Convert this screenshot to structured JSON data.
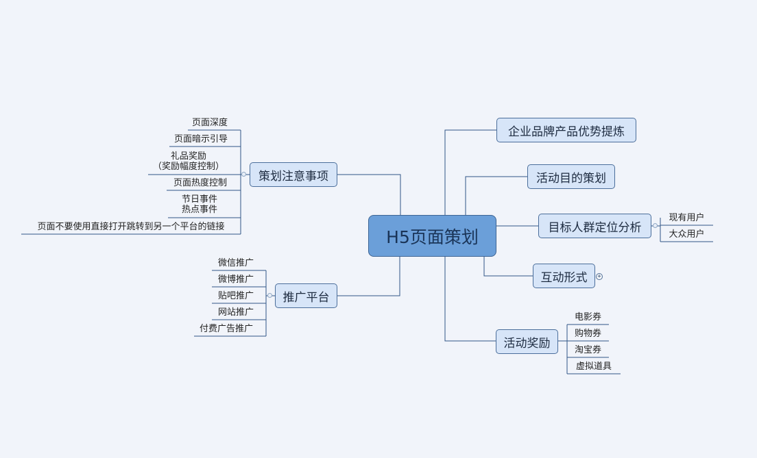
{
  "root": {
    "label": "H5页面策划"
  },
  "branches": {
    "brand": {
      "label": "企业品牌产品优势提炼"
    },
    "goal": {
      "label": "活动目的策划"
    },
    "target": {
      "label": "目标人群定位分析",
      "children": [
        "现有用户",
        "大众用户"
      ]
    },
    "interact": {
      "label": "互动形式",
      "expand_icon": "+"
    },
    "reward": {
      "label": "活动奖励",
      "children": [
        "电影券",
        "购物券",
        "淘宝券",
        "虚拟道具"
      ]
    },
    "notes": {
      "label": "策划注意事项",
      "children": [
        "页面深度",
        "页面暗示引导",
        "礼品奖励\n（奖励幅度控制）",
        "页面热度控制",
        "节日事件\n热点事件",
        "页面不要使用直接打开跳转到另一个平台的链接"
      ]
    },
    "promo": {
      "label": "推广平台",
      "children": [
        "微信推广",
        "微博推广",
        "贴吧推广",
        "网站推广",
        "付费广告推广"
      ]
    }
  },
  "colors": {
    "background": "#f1f4fa",
    "line": "#2f5585",
    "node_fill": "#d7e5f8",
    "center_fill": "#6b9fd9"
  }
}
